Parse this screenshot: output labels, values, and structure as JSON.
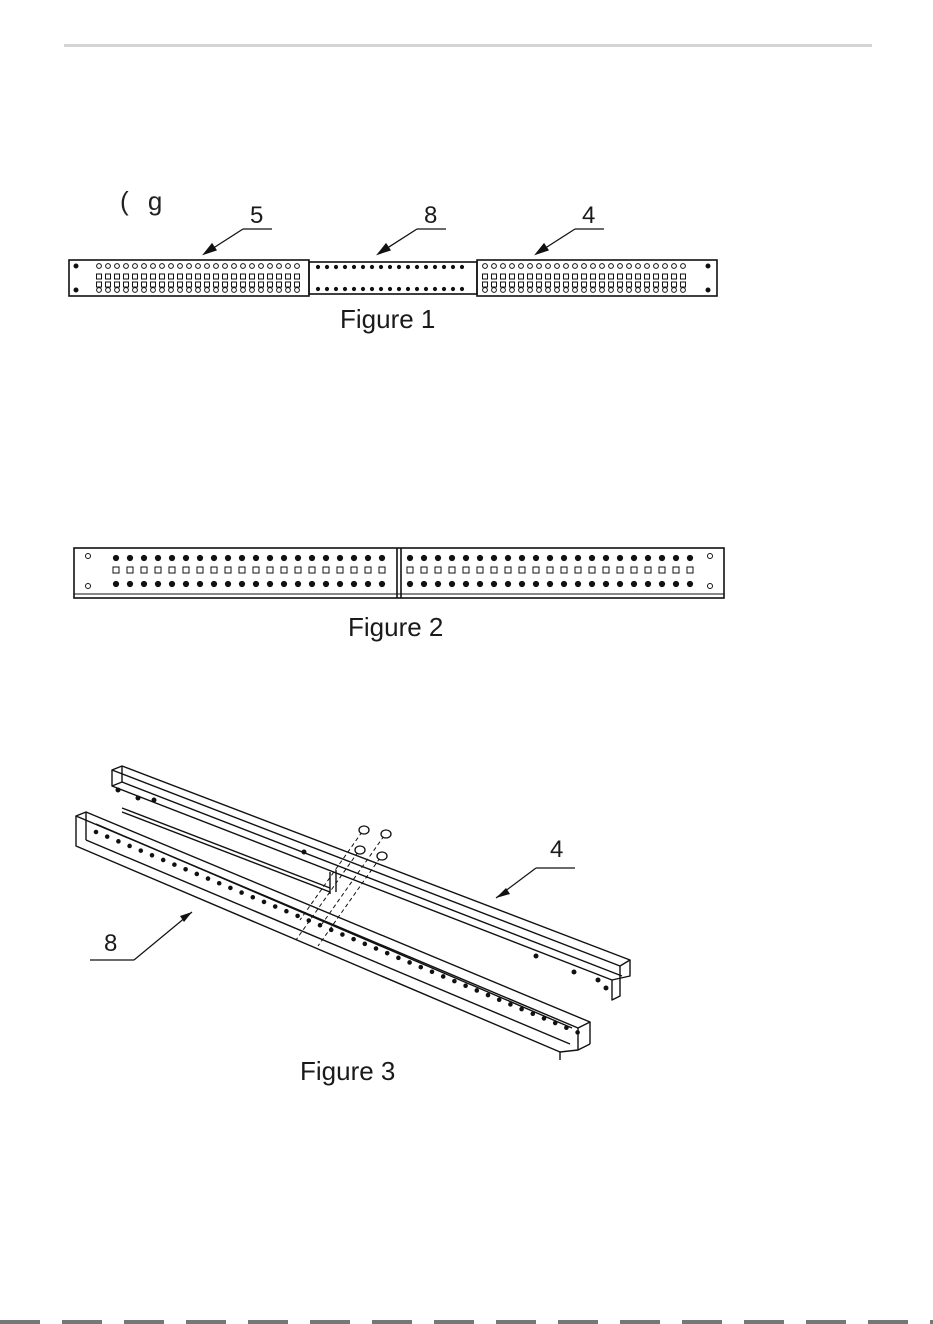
{
  "figure1": {
    "caption": "Figure 1",
    "partial_text": "( g",
    "callouts": {
      "left": "5",
      "middle": "8",
      "right": "4"
    }
  },
  "figure2": {
    "caption": "Figure 2"
  },
  "figure3": {
    "caption": "Figure 3",
    "callouts": {
      "rail_front": "8",
      "rail_back": "4"
    }
  }
}
